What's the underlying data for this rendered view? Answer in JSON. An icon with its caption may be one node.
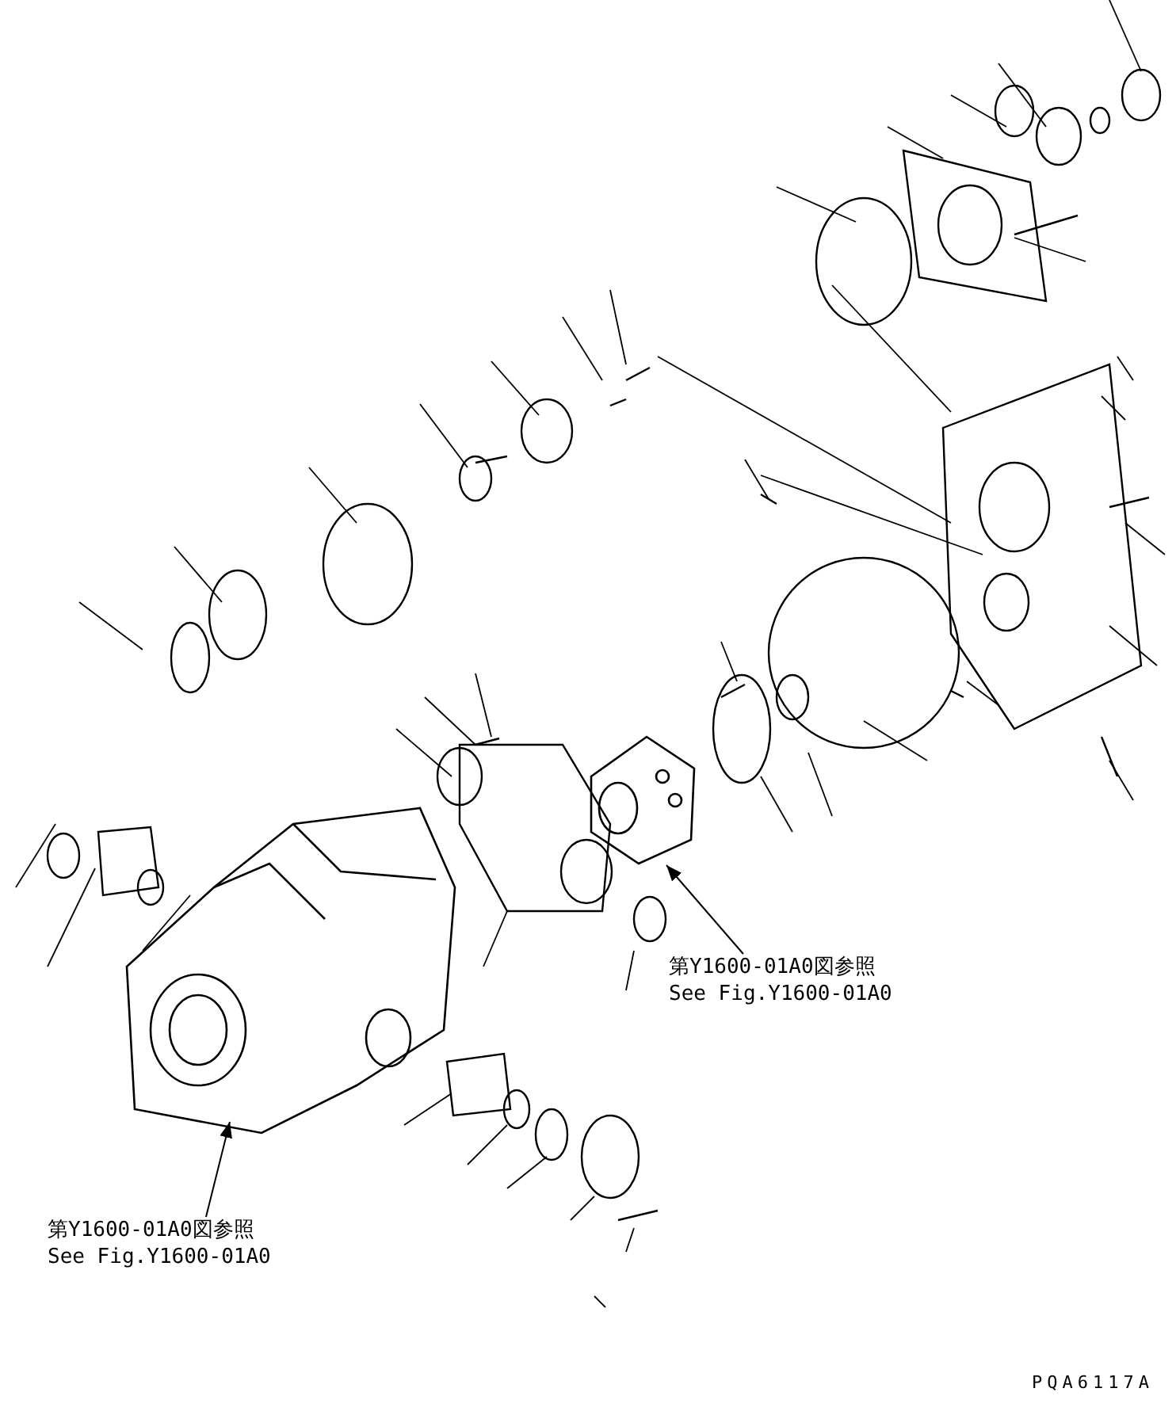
{
  "diagram": {
    "nodes": [
      {
        "text": [
          "第Y1600-01A0図参照",
          "See Fig.Y1600-01A0"
        ]
      },
      {
        "text": [],
        "shape": "picture"
      },
      {
        "text": [
          "第Y1600-01A0図参照",
          "See Fig.Y1600-01A0"
        ]
      },
      {
        "text": [],
        "shape": "picture"
      }
    ],
    "edges": [
      {
        "from": 0,
        "to": 1,
        "arrow": "to"
      },
      {
        "from": 2,
        "to": 3,
        "arrow": "to"
      }
    ],
    "labels": [
      "PQA6117A"
    ]
  }
}
